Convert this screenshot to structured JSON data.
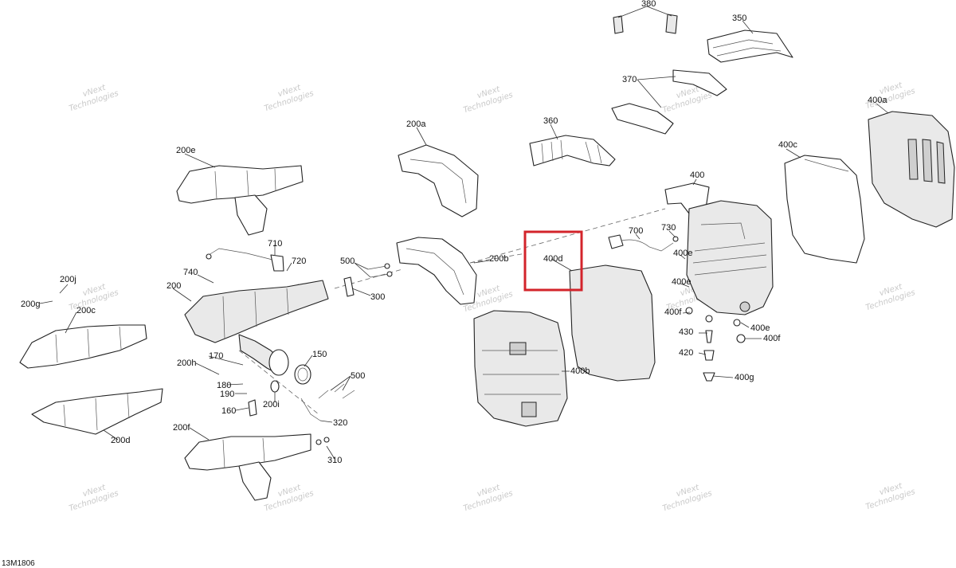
{
  "diagram_code": "13M1806",
  "watermark": {
    "line1": "vNext",
    "line2": "Technologies"
  },
  "highlight": {
    "label": "400d"
  },
  "labels": {
    "l380": "380",
    "l350": "350",
    "l370": "370",
    "l360": "360",
    "l200a": "200a",
    "l200e": "200e",
    "l400": "400",
    "l400c": "400c",
    "l400a": "400a",
    "l700": "700",
    "l730": "730",
    "l400e_1": "400e",
    "l400e_2": "400e",
    "l400e_3": "400e",
    "l710": "710",
    "l720": "720",
    "l500_1": "500",
    "l500_2": "500",
    "l200b": "200b",
    "l400d": "400d",
    "l740": "740",
    "l200j": "200j",
    "l200g": "200g",
    "l200": "200",
    "l300": "300",
    "l200c": "200c",
    "l400f_1": "400f",
    "l400f_2": "400f",
    "l430": "430",
    "l420": "420",
    "l400g": "400g",
    "l400b": "400b",
    "l170": "170",
    "l150": "150",
    "l200h": "200h",
    "l180": "180",
    "l190": "190",
    "l200i": "200i",
    "l160": "160",
    "l320": "320",
    "l200d": "200d",
    "l200f": "200f",
    "l310": "310"
  }
}
